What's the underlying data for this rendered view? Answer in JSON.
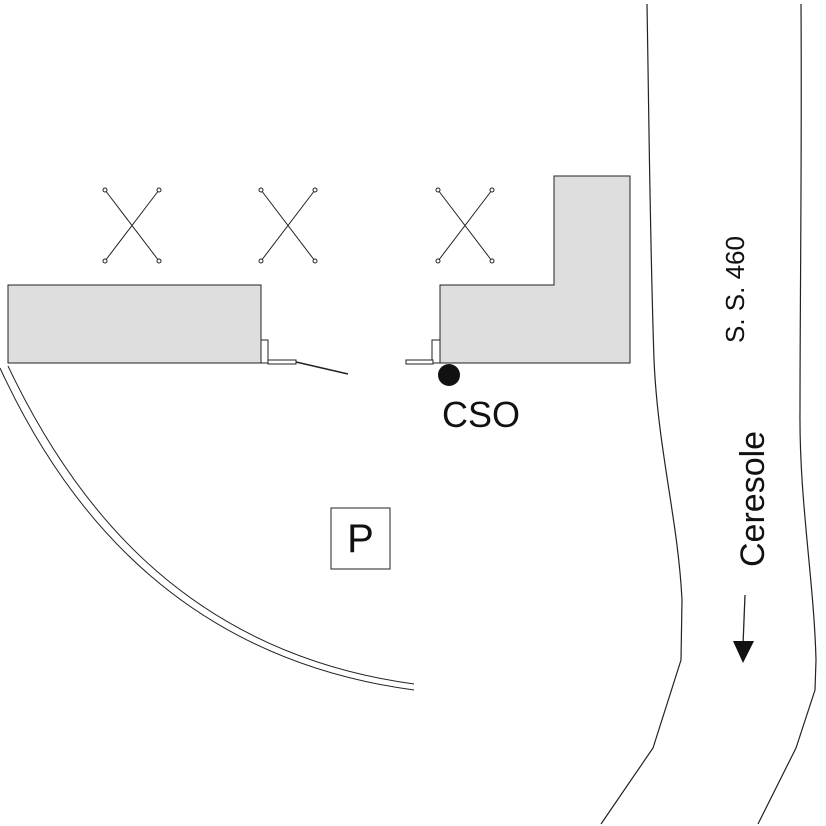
{
  "map": {
    "road_name": "S. S. 460",
    "direction_label": "Ceresole",
    "station_label": "CSO",
    "parking_label": "P"
  },
  "colors": {
    "building_fill": "#dedede",
    "line": "#222222",
    "station_dot": "#111111",
    "background": "#ffffff"
  },
  "icons": {
    "tree_marker": "x-cross-icon",
    "station_marker": "filled-circle-icon",
    "direction_arrow": "arrow-down-icon",
    "parking_sign": "parking-sign-icon"
  }
}
